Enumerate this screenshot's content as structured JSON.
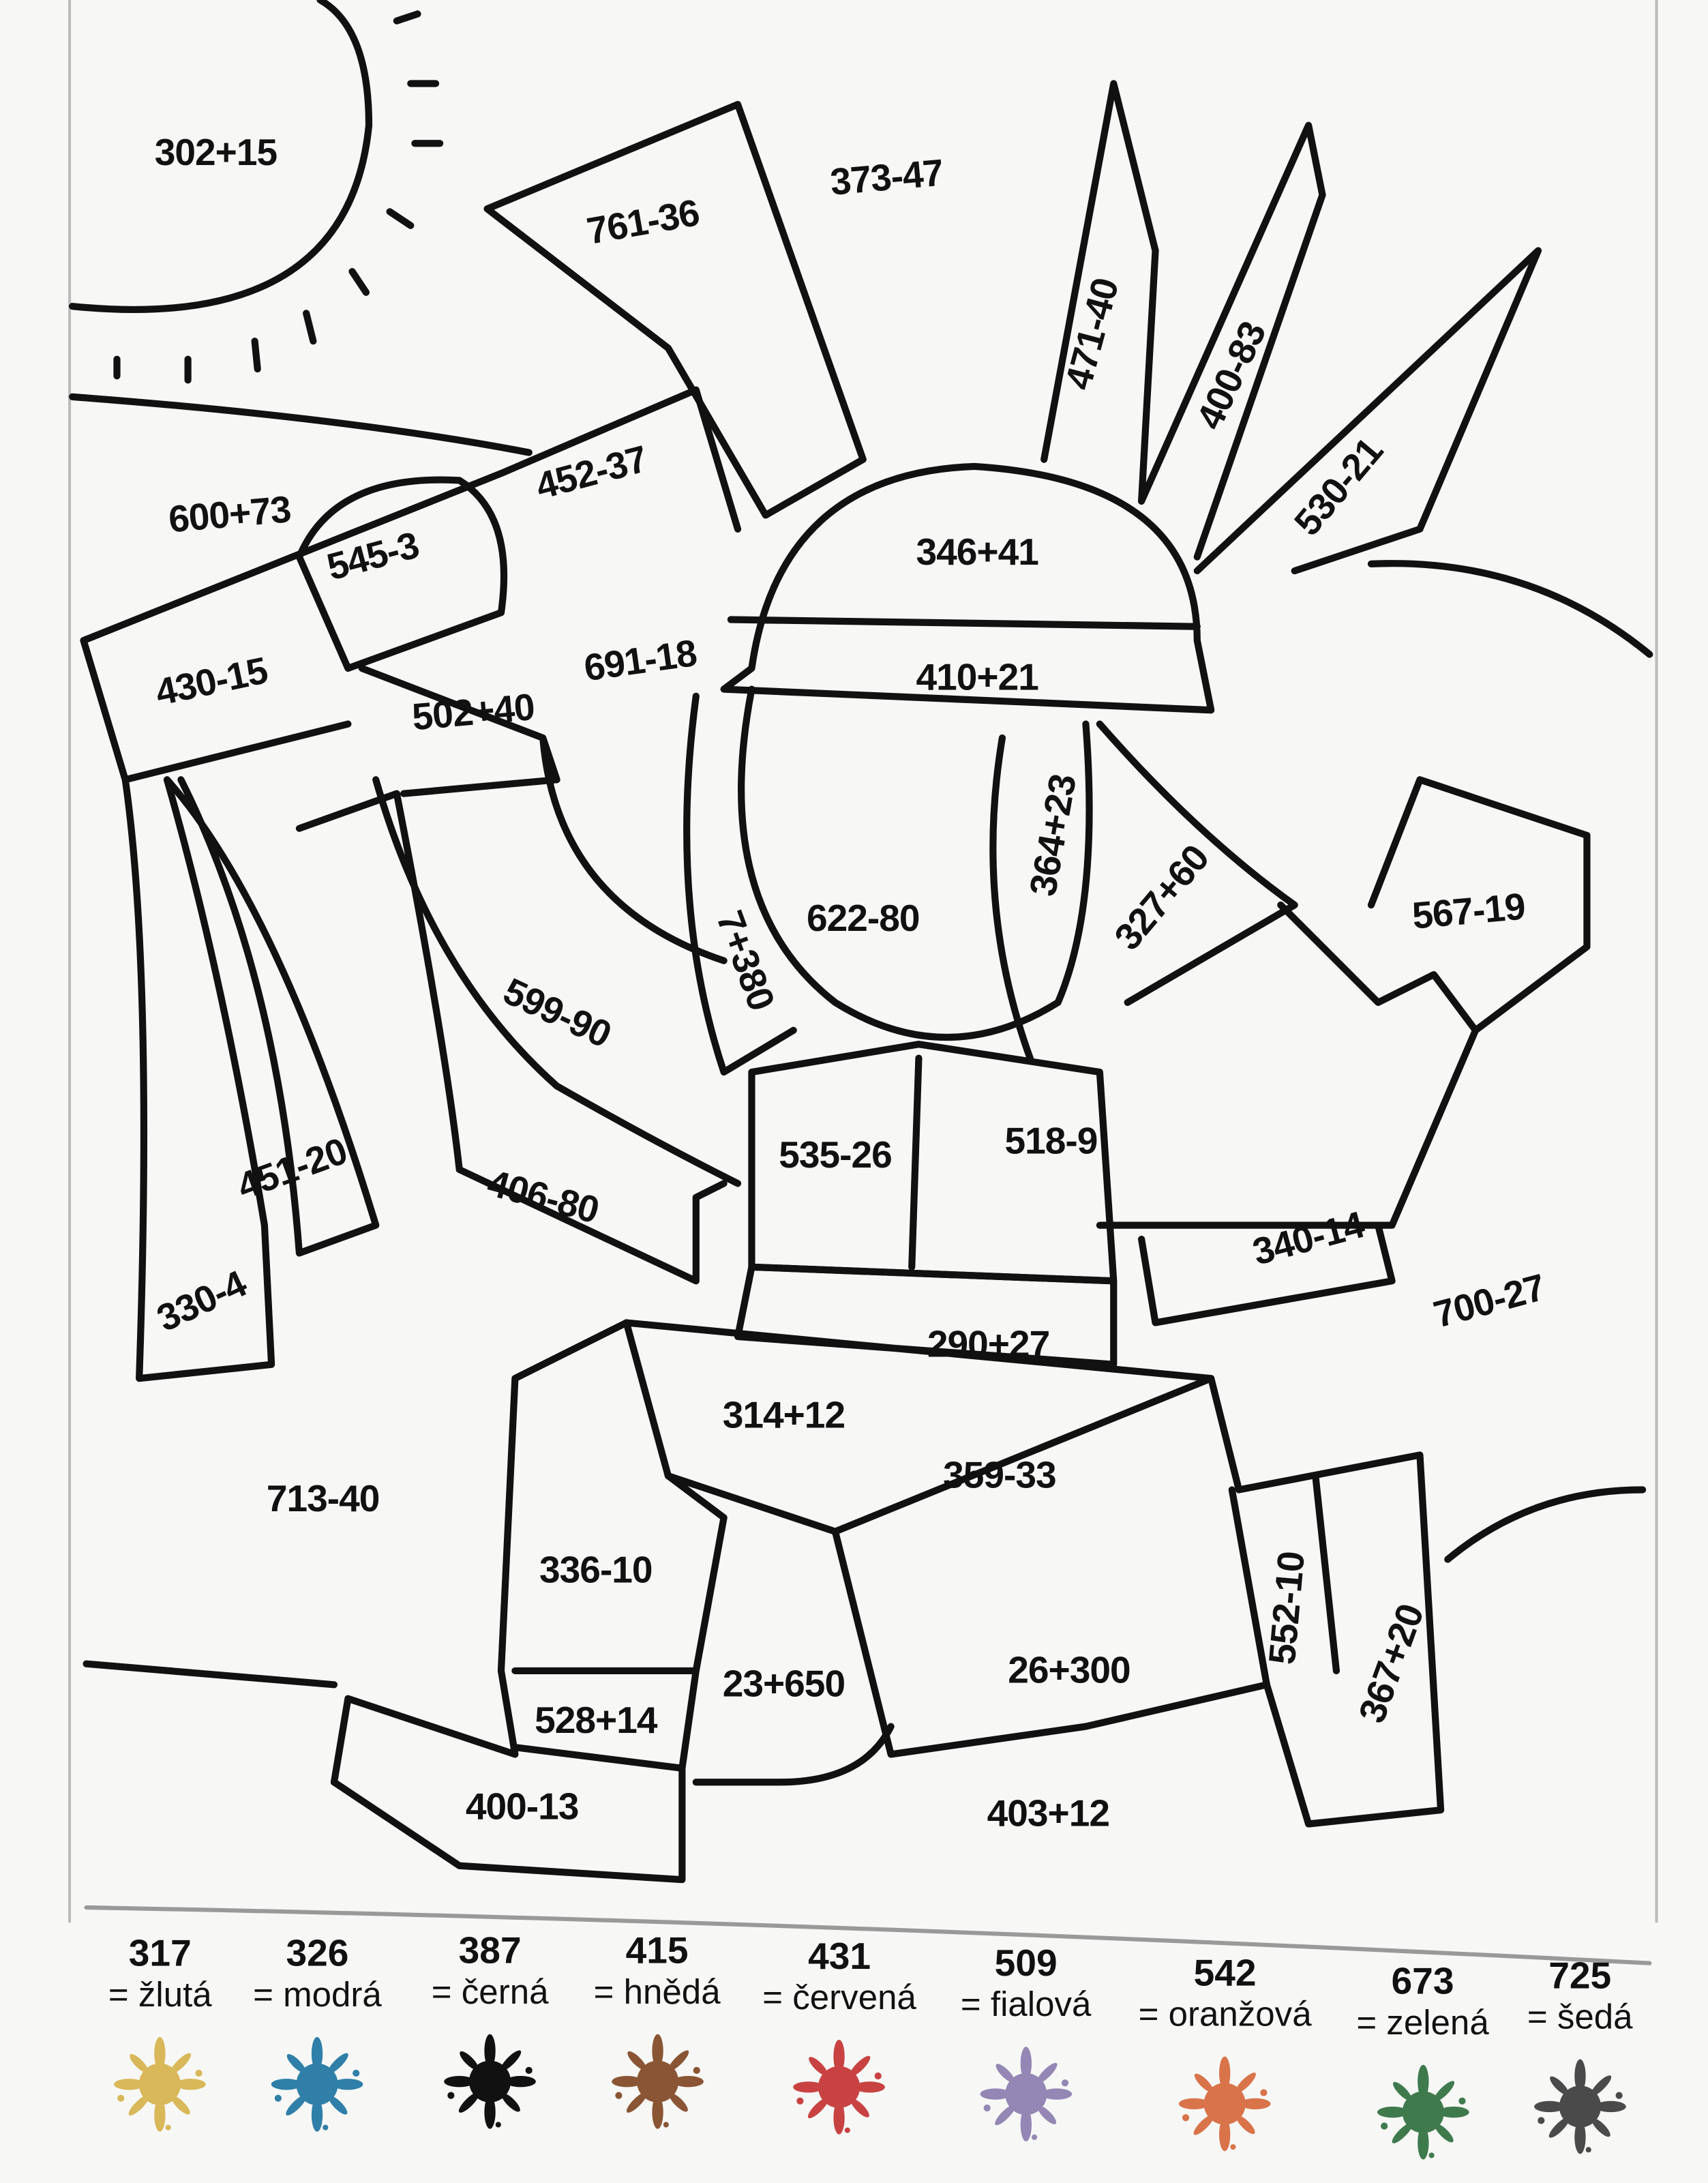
{
  "equations": [
    "302+15",
    "761-36",
    "373-47",
    "471-40",
    "400-83",
    "530-21",
    "600+73",
    "452-37",
    "545-3",
    "346+41",
    "430-15",
    "691-18",
    "410+21",
    "502+40",
    "364+23",
    "327+60",
    "567-19",
    "7+380",
    "622-80",
    "599-90",
    "535-26",
    "518-9",
    "451-20",
    "406-80",
    "340-14",
    "330-4",
    "700-27",
    "290+27",
    "314+12",
    "359-33",
    "713-40",
    "336-10",
    "552-10",
    "367+20",
    "26+300",
    "23+650",
    "528+14",
    "400-13",
    "403+12"
  ],
  "legend": [
    {
      "number": "317",
      "label": "= žlutá",
      "color": "#d9b85a"
    },
    {
      "number": "326",
      "label": "= modrá",
      "color": "#2f7fa8"
    },
    {
      "number": "387",
      "label": "= černá",
      "color": "#111111"
    },
    {
      "number": "415",
      "label": "= hnědá",
      "color": "#8a5535"
    },
    {
      "number": "431",
      "label": "= červená",
      "color": "#c94242"
    },
    {
      "number": "509",
      "label": "= fialová",
      "color": "#9487b5"
    },
    {
      "number": "542",
      "label": "= oranžová",
      "color": "#d9734a"
    },
    {
      "number": "673",
      "label": "= zelená",
      "color": "#3f7a4d"
    },
    {
      "number": "725",
      "label": "= šedá",
      "color": "#4a4a4a"
    }
  ]
}
